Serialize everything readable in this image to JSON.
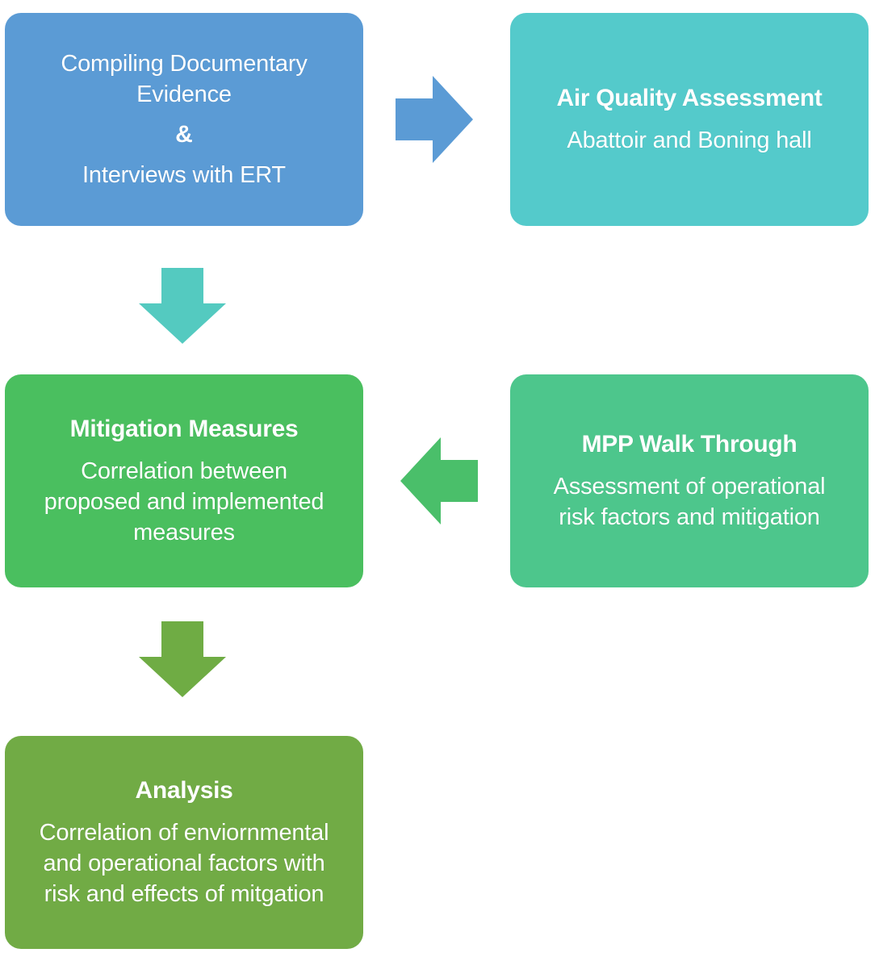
{
  "colors": {
    "compiling": "#5b9bd5",
    "air_quality": "#54cacb",
    "mitigation": "#4abf5f",
    "mpp": "#4dc68c",
    "analysis": "#71ab45",
    "arrow_right": "#5b9bd5",
    "arrow_down_1": "#54cac0",
    "arrow_left": "#4abf6a",
    "arrow_down_2": "#6fac44"
  },
  "boxes": {
    "compiling": {
      "line1": "Compiling Documentary",
      "line2": "Evidence",
      "amp": "&",
      "line3": "Interviews with ERT"
    },
    "air_quality": {
      "title": "Air Quality Assessment",
      "body": "Abattoir and Boning hall"
    },
    "mitigation": {
      "title": "Mitigation Measures",
      "body_line1": "Correlation between",
      "body_line2": "proposed and implemented",
      "body_line3": "measures"
    },
    "mpp": {
      "title": "MPP Walk Through",
      "body_line1": "Assessment of operational",
      "body_line2": "risk factors and mitigation"
    },
    "analysis": {
      "title": "Analysis",
      "body_line1": "Correlation of enviornmental",
      "body_line2": "and operational factors with",
      "body_line3": "risk and effects of mitgation"
    }
  }
}
